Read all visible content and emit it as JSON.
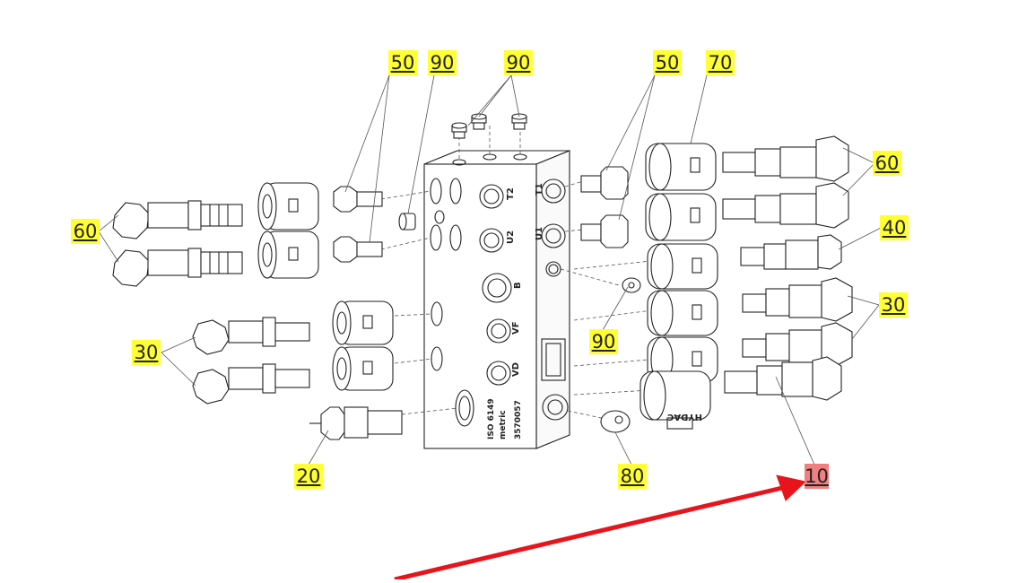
{
  "diagram": {
    "callouts": [
      {
        "id": "c-50-left",
        "label": "50",
        "highlight": "yellow"
      },
      {
        "id": "c-90-top-a",
        "label": "90",
        "highlight": "yellow"
      },
      {
        "id": "c-90-top-b",
        "label": "90",
        "highlight": "yellow"
      },
      {
        "id": "c-50-right",
        "label": "50",
        "highlight": "yellow"
      },
      {
        "id": "c-70",
        "label": "70",
        "highlight": "yellow"
      },
      {
        "id": "c-60-right",
        "label": "60",
        "highlight": "yellow"
      },
      {
        "id": "c-60-left",
        "label": "60",
        "highlight": "yellow"
      },
      {
        "id": "c-40",
        "label": "40",
        "highlight": "yellow"
      },
      {
        "id": "c-30-right",
        "label": "30",
        "highlight": "yellow"
      },
      {
        "id": "c-30-left",
        "label": "30",
        "highlight": "yellow"
      },
      {
        "id": "c-90-mid",
        "label": "90",
        "highlight": "yellow"
      },
      {
        "id": "c-20",
        "label": "20",
        "highlight": "yellow"
      },
      {
        "id": "c-80",
        "label": "80",
        "highlight": "yellow"
      },
      {
        "id": "c-10",
        "label": "10",
        "highlight": "red"
      }
    ],
    "block_ports": [
      "T2",
      "U2",
      "B",
      "VF",
      "VD",
      "T1",
      "U1"
    ],
    "block_text": [
      "ISO 6149",
      "metric",
      "3570057"
    ],
    "coil_brand": "HYDAC",
    "colors": {
      "callout_yellow": "#ffff33",
      "callout_red": "#f08080",
      "arrow": "#e8141c",
      "line": "#222222"
    }
  }
}
